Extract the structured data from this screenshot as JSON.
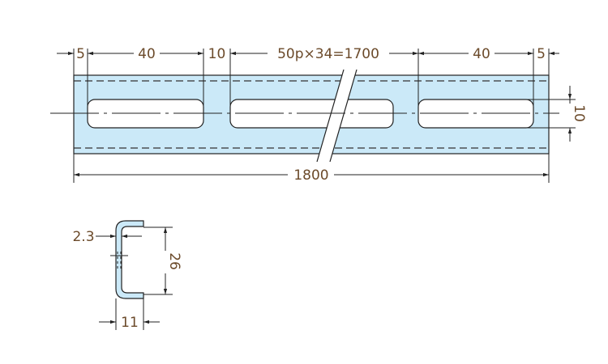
{
  "colors": {
    "rail_fill": "#cbe9f8",
    "outline": "#222222",
    "dimension_text": "#6b4a2a"
  },
  "plan_view": {
    "dims": {
      "left_margin": "5",
      "slot_length_left": "40",
      "gap": "10",
      "pitch": "50p×34=1700",
      "slot_length_right": "40",
      "right_margin": "5",
      "slot_width": "10",
      "total_length": "1800"
    }
  },
  "section_view": {
    "dims": {
      "thickness": "2.3",
      "height": "26",
      "flange_width": "11"
    }
  }
}
